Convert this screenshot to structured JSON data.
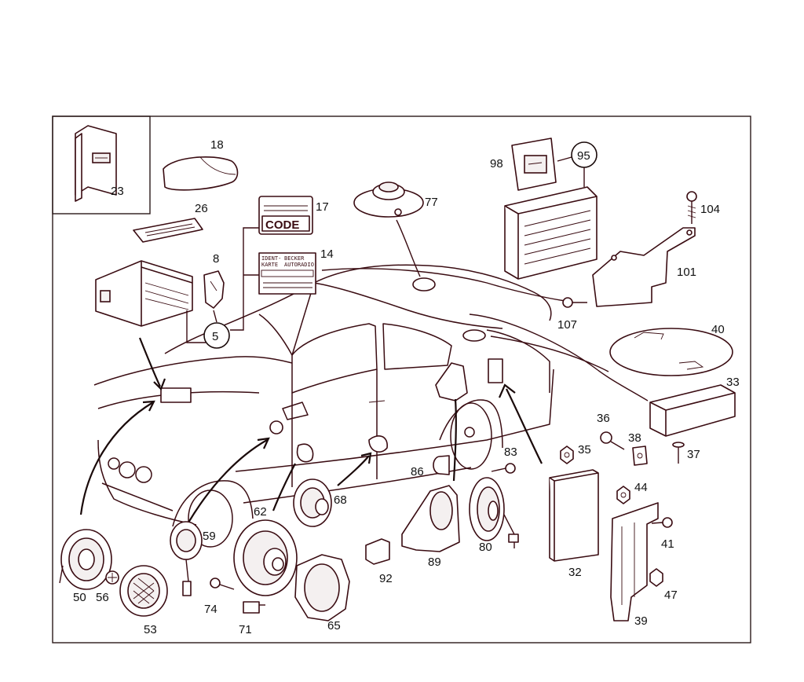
{
  "diagram": {
    "part_numbers": [
      "23",
      "18",
      "26",
      "17",
      "CODE",
      "14",
      "8",
      "5",
      "77",
      "98",
      "95",
      "104",
      "101",
      "107",
      "40",
      "33",
      "36",
      "35",
      "38",
      "37",
      "83",
      "86",
      "44",
      "41",
      "32",
      "47",
      "39",
      "50",
      "56",
      "53",
      "59",
      "74",
      "71",
      "62",
      "68",
      "65",
      "92",
      "89",
      "80"
    ],
    "parts": [
      {
        "id": "p23",
        "label": "23"
      },
      {
        "id": "p18",
        "label": "18"
      },
      {
        "id": "p26",
        "label": "26"
      },
      {
        "id": "p17",
        "label": "17"
      },
      {
        "id": "p14",
        "label": "14"
      },
      {
        "id": "p8",
        "label": "8"
      },
      {
        "id": "p5",
        "label": "5"
      },
      {
        "id": "p77",
        "label": "77"
      },
      {
        "id": "p98",
        "label": "98"
      },
      {
        "id": "p95",
        "label": "95"
      },
      {
        "id": "p104",
        "label": "104"
      },
      {
        "id": "p101",
        "label": "101"
      },
      {
        "id": "p107",
        "label": "107"
      },
      {
        "id": "p40",
        "label": "40"
      },
      {
        "id": "p33",
        "label": "33"
      },
      {
        "id": "p36",
        "label": "36"
      },
      {
        "id": "p35",
        "label": "35"
      },
      {
        "id": "p38",
        "label": "38"
      },
      {
        "id": "p37",
        "label": "37"
      },
      {
        "id": "p83",
        "label": "83"
      },
      {
        "id": "p86",
        "label": "86"
      },
      {
        "id": "p44",
        "label": "44"
      },
      {
        "id": "p41",
        "label": "41"
      },
      {
        "id": "p32",
        "label": "32"
      },
      {
        "id": "p47",
        "label": "47"
      },
      {
        "id": "p39",
        "label": "39"
      },
      {
        "id": "p50",
        "label": "50"
      },
      {
        "id": "p56",
        "label": "56"
      },
      {
        "id": "p53",
        "label": "53"
      },
      {
        "id": "p59",
        "label": "59"
      },
      {
        "id": "p74",
        "label": "74"
      },
      {
        "id": "p71",
        "label": "71"
      },
      {
        "id": "p62",
        "label": "62"
      },
      {
        "id": "p68",
        "label": "68"
      },
      {
        "id": "p65",
        "label": "65"
      },
      {
        "id": "p92",
        "label": "92"
      },
      {
        "id": "p89",
        "label": "89"
      },
      {
        "id": "p80",
        "label": "80"
      }
    ],
    "code_card": {
      "text": "CODE"
    },
    "ident_card": {
      "line1": "IDENT-",
      "line2": "KARTE",
      "brand": "BECKER",
      "brand_sub": "AUTORADIO"
    },
    "colors": {
      "ink": "#3a0c12",
      "frame": "#2a1a1a",
      "background": "#ffffff"
    }
  }
}
